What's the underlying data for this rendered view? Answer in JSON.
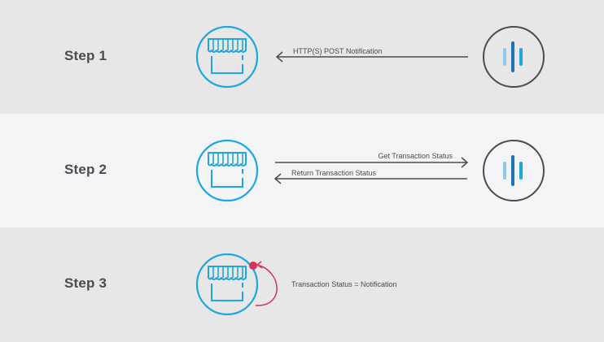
{
  "steps": [
    {
      "label": "Step 1",
      "arrows": [
        {
          "label": "HTTP(S) POST Notification",
          "direction": "left"
        }
      ]
    },
    {
      "label": "Step 2",
      "arrows": [
        {
          "label": "Get Transaction Status",
          "direction": "right"
        },
        {
          "label": "Return Transaction Status",
          "direction": "left"
        }
      ]
    },
    {
      "label": "Step 3",
      "arrows": [
        {
          "label": "Transaction Status = Notification",
          "direction": "self"
        }
      ]
    }
  ],
  "icons": {
    "merchant": "storefront-icon",
    "provider": "bars-logo-icon"
  },
  "colors": {
    "accent": "#1ea7de",
    "logo_dark": "#1f72b8",
    "logo_light": "#8fc9ef",
    "provider_ring": "#4a4c4f",
    "arrow": "#4a4c4f",
    "self_arrow": "#d6345a"
  }
}
